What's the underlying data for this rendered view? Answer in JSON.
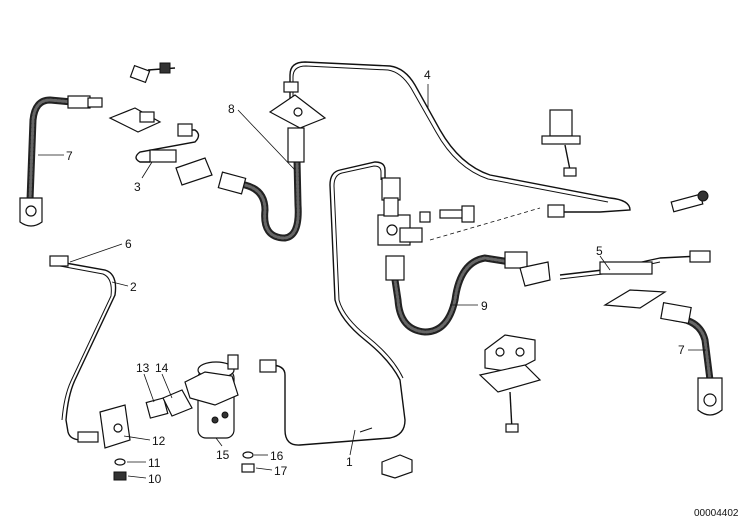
{
  "callouts": {
    "c1": "1",
    "c2": "2",
    "c3": "3",
    "c4": "4",
    "c5": "5",
    "c6": "6",
    "c7a": "7",
    "c7b": "7",
    "c8": "8",
    "c9": "9",
    "c10": "10",
    "c11": "11",
    "c12": "12",
    "c13": "13",
    "c14": "14",
    "c15": "15",
    "c16": "16",
    "c17": "17"
  },
  "diagram_id": "00004402"
}
